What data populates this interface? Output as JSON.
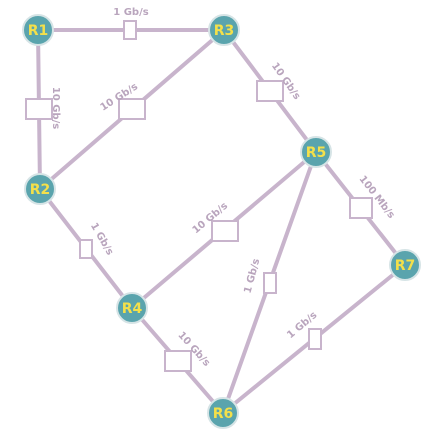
{
  "colors": {
    "link": "#c8b4cc",
    "box_fill": "#ffffff",
    "box_stroke": "#c8b4cc",
    "node_fill": "#5aa4ad",
    "node_stroke": "#d6e4e6",
    "node_text": "#f4e04a",
    "label_text": "#b9a5bd"
  },
  "nodes": [
    {
      "id": "R1",
      "label": "R1"
    },
    {
      "id": "R2",
      "label": "R2"
    },
    {
      "id": "R3",
      "label": "R3"
    },
    {
      "id": "R4",
      "label": "R4"
    },
    {
      "id": "R5",
      "label": "R5"
    },
    {
      "id": "R6",
      "label": "R6"
    },
    {
      "id": "R7",
      "label": "R7"
    }
  ],
  "links": [
    {
      "from": "R1",
      "to": "R3",
      "label": "1 Gb/s"
    },
    {
      "from": "R1",
      "to": "R2",
      "label": "10 Gb/s"
    },
    {
      "from": "R2",
      "to": "R3",
      "label": "10 Gb/s"
    },
    {
      "from": "R3",
      "to": "R5",
      "label": "10 Gb/s"
    },
    {
      "from": "R2",
      "to": "R4",
      "label": "1 Gb/s"
    },
    {
      "from": "R4",
      "to": "R5",
      "label": "10 Gb/s"
    },
    {
      "from": "R5",
      "to": "R7",
      "label": "100 Mb/s"
    },
    {
      "from": "R5",
      "to": "R6",
      "label": "1 Gb/s"
    },
    {
      "from": "R4",
      "to": "R6",
      "label": "10 Gb/s"
    },
    {
      "from": "R7",
      "to": "R6",
      "label": "1 Gb/s"
    }
  ]
}
